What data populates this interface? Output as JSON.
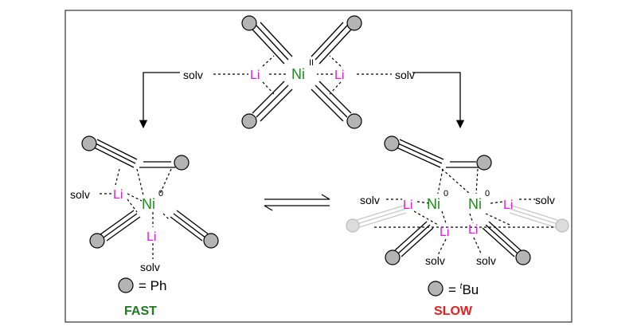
{
  "labels": {
    "solv": "solv",
    "li": "Li",
    "ni": "Ni",
    "ox_ii": "II",
    "ox_zero": "0"
  },
  "legend": {
    "ph_text": "= Ph",
    "tbu_eq": "= ",
    "tbu_t": "t",
    "tbu_bu": "Bu",
    "fast": "FAST",
    "slow": "SLOW"
  },
  "colors": {
    "ni": "#1e8c1e",
    "li": "#e619e6",
    "fast": "#1e7a1e",
    "slow": "#e61e1e",
    "ball_fill": "#b4b4b4",
    "ball_faded": "#dcdcdc",
    "frame": "#000000"
  }
}
